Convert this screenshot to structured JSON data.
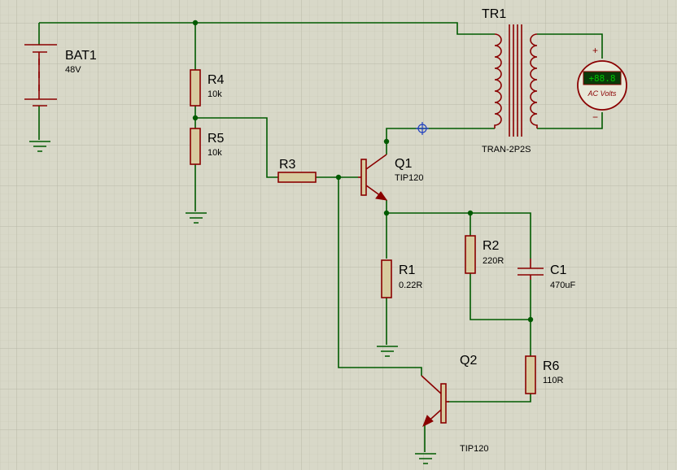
{
  "components": {
    "bat1": {
      "ref": "BAT1",
      "value": "48V"
    },
    "r4": {
      "ref": "R4",
      "value": "10k"
    },
    "r5": {
      "ref": "R5",
      "value": "10k"
    },
    "r3": {
      "ref": "R3"
    },
    "q1": {
      "ref": "Q1",
      "value": "TIP120"
    },
    "r1": {
      "ref": "R1",
      "value": "0.22R"
    },
    "r2": {
      "ref": "R2",
      "value": "220R"
    },
    "c1": {
      "ref": "C1",
      "value": "470uF"
    },
    "r6": {
      "ref": "R6",
      "value": "110R"
    },
    "q2": {
      "ref": "Q2",
      "value": "TIP120"
    },
    "tr1": {
      "ref": "TR1",
      "value": "TRAN-2P2S"
    }
  },
  "voltmeter": {
    "display": "+88.8",
    "label": "AC Volts",
    "plus": "+",
    "minus": "−"
  },
  "colors": {
    "background": "#d8d8c8",
    "wire": "#005a00",
    "component": "#8a0000",
    "resistor_fill": "#d8cca0",
    "meter_display": "#00c800"
  }
}
